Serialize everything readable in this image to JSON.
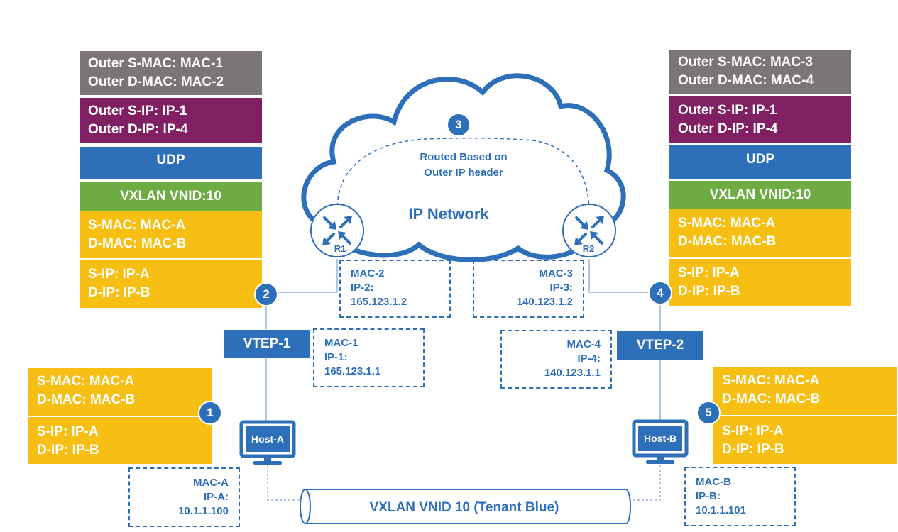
{
  "left_outer_stack": {
    "outer_mac": [
      "Outer S-MAC: MAC-1",
      "Outer D-MAC: MAC-2"
    ],
    "outer_ip": [
      "Outer S-IP: IP-1",
      "Outer D-IP: IP-4"
    ],
    "udp": "UDP",
    "vxlan": "VXLAN VNID:10",
    "inner_mac": [
      "S-MAC: MAC-A",
      "D-MAC: MAC-B"
    ],
    "inner_ip": [
      "S-IP: IP-A",
      "D-IP: IP-B"
    ]
  },
  "right_outer_stack": {
    "outer_mac": [
      "Outer S-MAC: MAC-3",
      "Outer D-MAC: MAC-4"
    ],
    "outer_ip": [
      "Outer S-IP: IP-1",
      "Outer D-IP: IP-4"
    ],
    "udp": "UDP",
    "vxlan": "VXLAN VNID:10",
    "inner_mac": [
      "S-MAC: MAC-A",
      "D-MAC: MAC-B"
    ],
    "inner_ip": [
      "S-IP: IP-A",
      "D-IP: IP-B"
    ]
  },
  "left_inner_stack": {
    "inner_mac": [
      "S-MAC: MAC-A",
      "D-MAC: MAC-B"
    ],
    "inner_ip": [
      "S-IP: IP-A",
      "D-IP: IP-B"
    ]
  },
  "right_inner_stack": {
    "inner_mac": [
      "S-MAC: MAC-A",
      "D-MAC: MAC-B"
    ],
    "inner_ip": [
      "S-IP: IP-A",
      "D-IP: IP-B"
    ]
  },
  "cloud": {
    "step": "3",
    "routed_lines": [
      "Routed Based on",
      "Outer IP header"
    ],
    "label": "IP Network"
  },
  "routers": {
    "r1": "R1",
    "r2": "R2"
  },
  "vteps": {
    "vtep1": "VTEP-1",
    "vtep2": "VTEP-2"
  },
  "hosts": {
    "host_a": "Host-A",
    "host_b": "Host-B"
  },
  "steps": {
    "s1": "1",
    "s2": "2",
    "s3": "3",
    "s4": "4",
    "s5": "5"
  },
  "address_boxes": {
    "r1": [
      "MAC-2",
      "IP-2:",
      "165.123.1.2"
    ],
    "r2": [
      "MAC-3",
      "IP-3:",
      "140.123.1.2"
    ],
    "vtep1": [
      "MAC-1",
      "IP-1:",
      "165.123.1.1"
    ],
    "vtep2": [
      "MAC-4",
      "IP-4:",
      "140.123.1.1"
    ],
    "host_a": [
      "MAC-A",
      "IP-A:",
      "10.1.1.100"
    ],
    "host_b": [
      "MAC-B",
      "IP-B:",
      "10.1.1.101"
    ]
  },
  "tunnel": {
    "label": "VXLAN VNID 10 (Tenant Blue)"
  },
  "colors": {
    "brand_blue": "#2e6fba",
    "outer_mac_gray": "#7b7575",
    "outer_ip_purple": "#811f63",
    "vxlan_green": "#6eac43",
    "inner_yellow": "#f7bf14"
  }
}
